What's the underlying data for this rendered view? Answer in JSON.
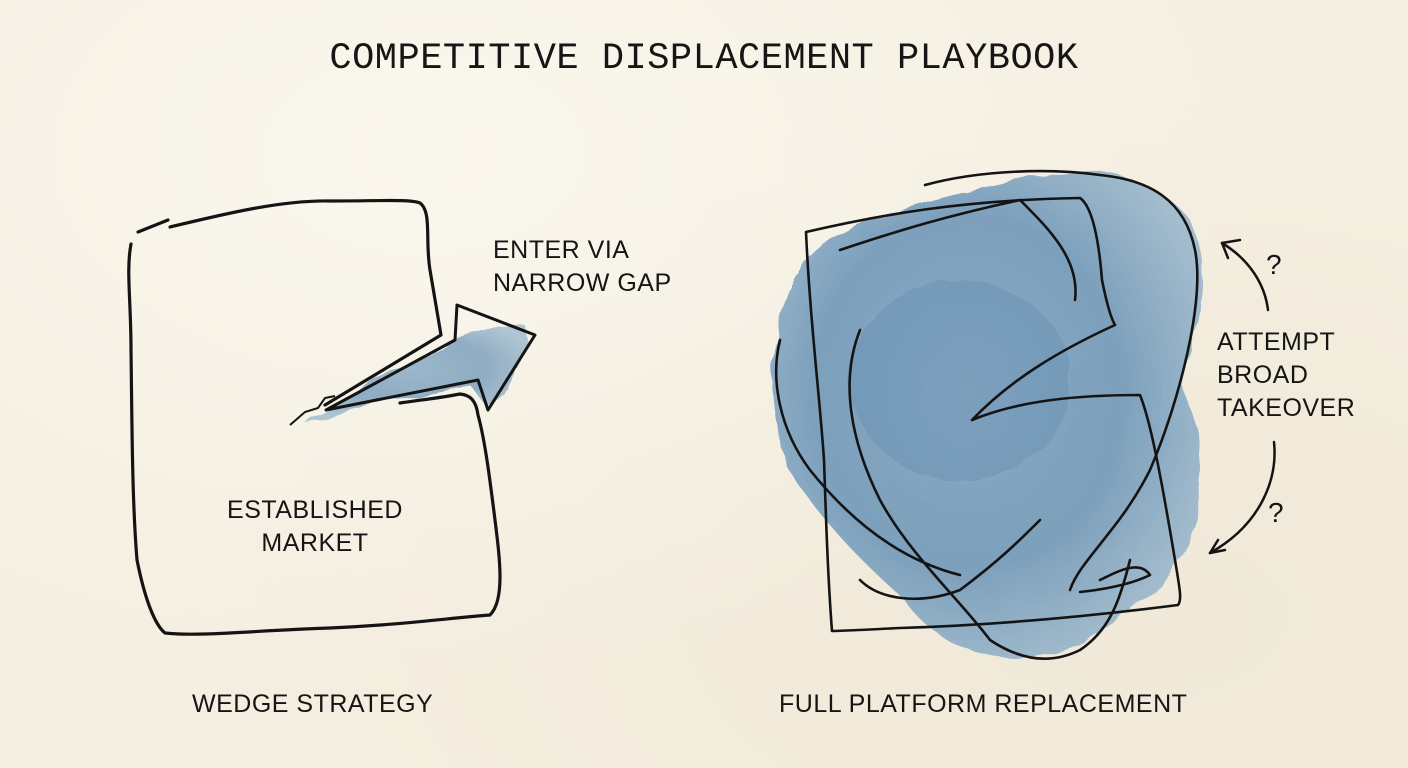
{
  "title": "COMPETITIVE DISPLACEMENT PLAYBOOK",
  "colors": {
    "background": "#f5efe1",
    "ink": "#141414",
    "watercolor_blue": "#6f97b8"
  },
  "left_panel": {
    "caption": "WEDGE STRATEGY",
    "box_label_line1": "ESTABLISHED",
    "box_label_line2": "MARKET",
    "arrow_label_line1": "ENTER VIA",
    "arrow_label_line2": "NARROW GAP"
  },
  "right_panel": {
    "caption": "FULL PLATFORM REPLACEMENT",
    "side_label_line1": "ATTEMPT",
    "side_label_line2": "BROAD",
    "side_label_line3": "TAKEOVER",
    "question_mark_top": "?",
    "question_mark_bottom": "?"
  }
}
